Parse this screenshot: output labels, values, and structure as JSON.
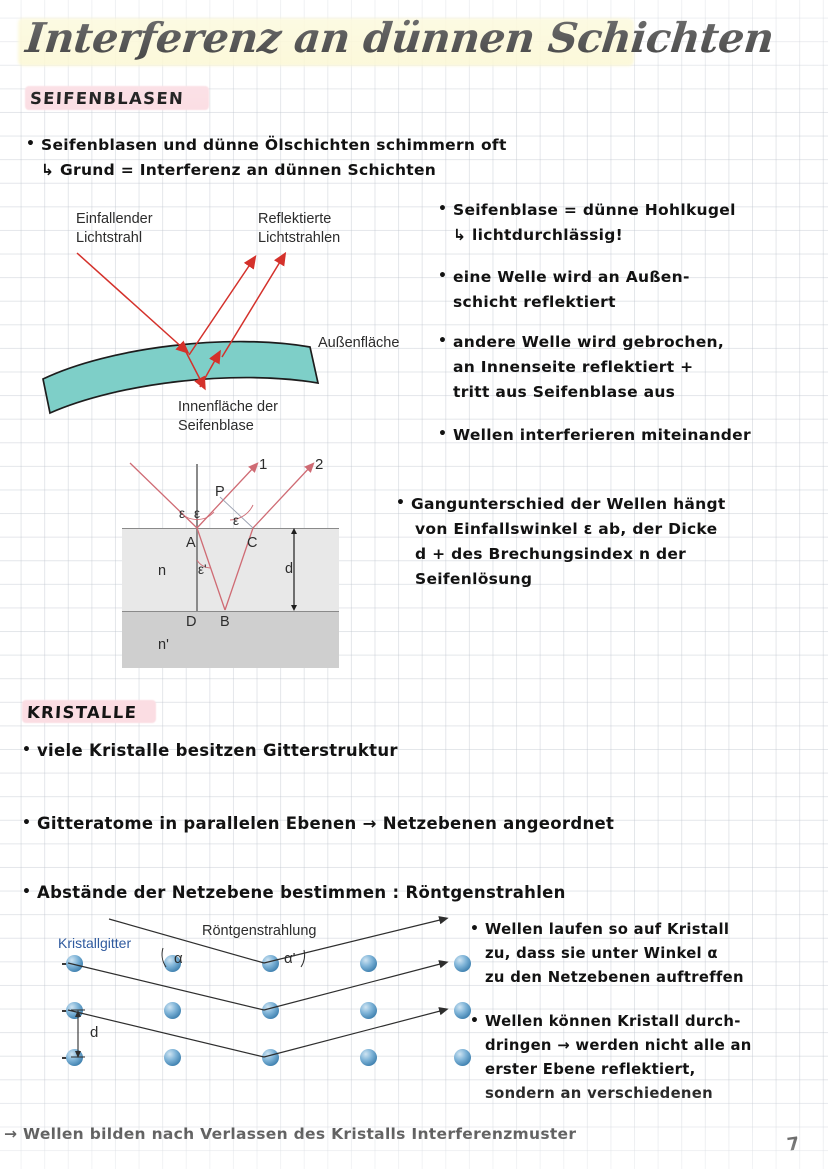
{
  "page": {
    "title": "Interferenz an dünnen Schichten",
    "page_number": "7",
    "highlight_title_color": "#fbf6c9",
    "highlight_section_color": "#fbdde3"
  },
  "sections": [
    {
      "heading": "SEIFENBLASEN"
    },
    {
      "heading": "KRISTALLE"
    }
  ],
  "soap": {
    "bullet1_line1": "Seifenblasen und dünne Ölschichten schimmern oft",
    "bullet1_line2": "↳ Grund = Interferenz an dünnen Schichten",
    "notes": [
      {
        "lines": [
          "Seifenblase = dünne Hohlkugel",
          "↳ lichtdurchlässig!"
        ]
      },
      {
        "lines": [
          "eine Welle wird an Außen-",
          "schicht reflektiert"
        ]
      },
      {
        "lines": [
          "andere Welle wird gebrochen,",
          "an Innenseite reflektiert +",
          "tritt aus Seifenblase aus"
        ]
      },
      {
        "lines": [
          "Wellen interferieren miteinander"
        ]
      },
      {
        "lines": [
          "Gangunterschied der Wellen hängt",
          "von Einfallswinkel ε ab, der Dicke",
          "d + des Brechungsindex n der",
          "Seifenlösung"
        ]
      }
    ]
  },
  "diagram_film": {
    "label_incident_l1": "Einfallender",
    "label_incident_l2": "Lichtstrahl",
    "label_reflected_l1": "Reflektierte",
    "label_reflected_l2": "Lichtstrahlen",
    "label_outer": "Außenfläche",
    "label_inner_l1": "Innenfläche der",
    "label_inner_l2": "Seifenblase",
    "film_color": "#7ecfc8",
    "ray_color": "#d4312b"
  },
  "diagram_layers": {
    "ray1": "1",
    "ray2": "2",
    "point_A": "A",
    "point_B": "B",
    "point_C": "C",
    "point_D": "D",
    "point_P": "P",
    "angle_eps_1": "ε",
    "angle_eps_2": "ε",
    "angle_eps_3": "ε",
    "angle_eps_prime": "ε'",
    "index_n": "n",
    "index_n_prime": "n'",
    "thickness_d": "d",
    "layer_n_color": "#e8e8e8",
    "layer_np_color": "#cfcfcf",
    "ray_color": "#cf6b74"
  },
  "crystals": {
    "bullets": [
      "viele Kristalle besitzen Gitterstruktur",
      "Gitteratome in parallelen Ebenen → Netzebenen angeordnet",
      "Abstände der Netzebene bestimmen : Röntgenstrahlen"
    ],
    "notes": [
      {
        "lines": [
          "Wellen laufen so auf Kristall",
          "zu, dass sie unter Winkel α",
          "zu den Netzebenen auftreffen"
        ]
      },
      {
        "lines": [
          "Wellen können Kristall durch-",
          "dringen → werden nicht alle an",
          "erster Ebene reflektiert,",
          "sondern an verschiedenen"
        ]
      }
    ],
    "conclusion": "→ Wellen bilden nach Verlassen des Kristalls Interferenzmuster"
  },
  "diagram_crystal": {
    "label_lattice": "Kristallgitter",
    "label_xray": "Röntgenstrahlung",
    "angle_alpha": "α",
    "angle_alpha_prime": "α'",
    "spacing_d": "d",
    "lattice_color": "#2f5a9e",
    "atom_color": "#3d7fae",
    "rows": 3,
    "atoms_per_row": 5
  }
}
